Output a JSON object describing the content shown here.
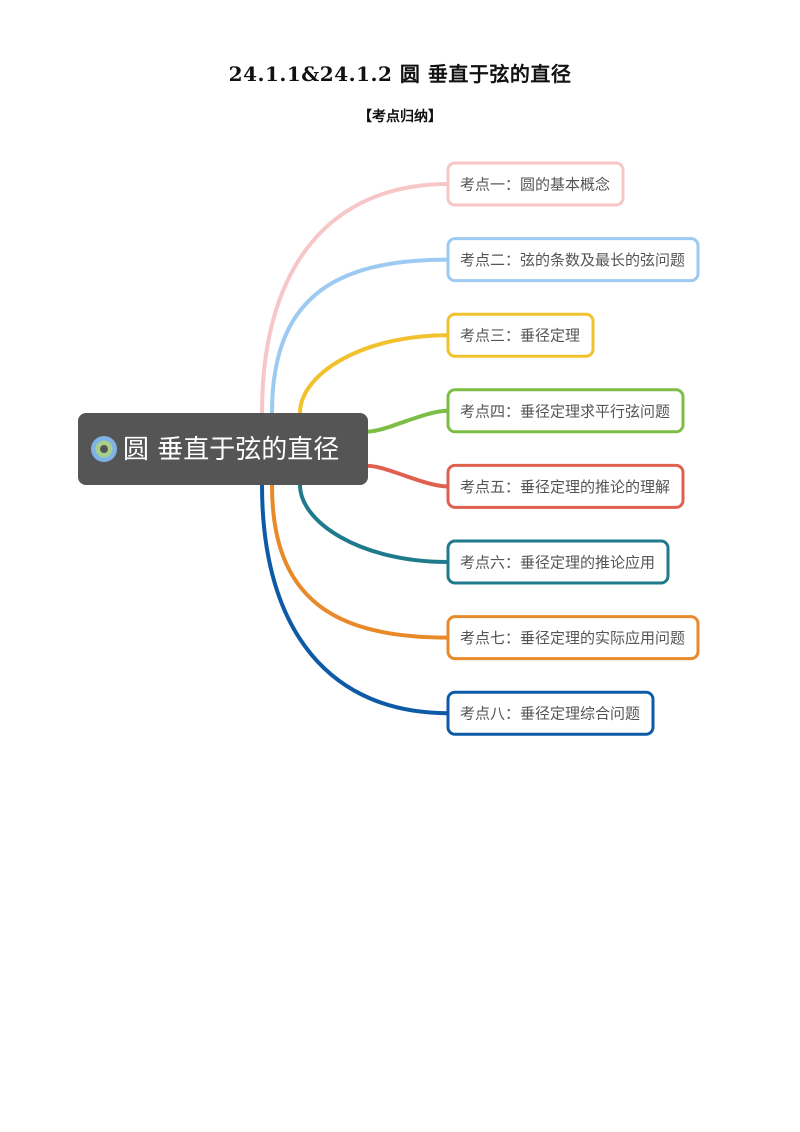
{
  "document": {
    "title": "24.1.1&24.1.2 圆 垂直于弦的直径",
    "section_heading": "【考点归纳】"
  },
  "mindmap": {
    "root": {
      "label": "圆 垂直于弦的直径",
      "fill": "#555555",
      "icon": "target-icon",
      "icon_colors": [
        "#7fb2e5",
        "#a8d08d",
        "#555555"
      ]
    },
    "branches": [
      {
        "label": "考点一：圆的基本概念",
        "color": "#f7c6c7"
      },
      {
        "label": "考点二：弦的条数及最长的弦问题",
        "color": "#9ccaf2"
      },
      {
        "label": "考点三：垂径定理",
        "color": "#f2c12e"
      },
      {
        "label": "考点四：垂径定理求平行弦问题",
        "color": "#7cbd45"
      },
      {
        "label": "考点五：垂径定理的推论的理解",
        "color": "#e0604f"
      },
      {
        "label": "考点六：垂径定理的推论应用",
        "color": "#1f7a8c"
      },
      {
        "label": "考点七：垂径定理的实际应用问题",
        "color": "#e98a2a"
      },
      {
        "label": "考点八：垂径定理综合问题",
        "color": "#0d5aa7"
      }
    ]
  }
}
